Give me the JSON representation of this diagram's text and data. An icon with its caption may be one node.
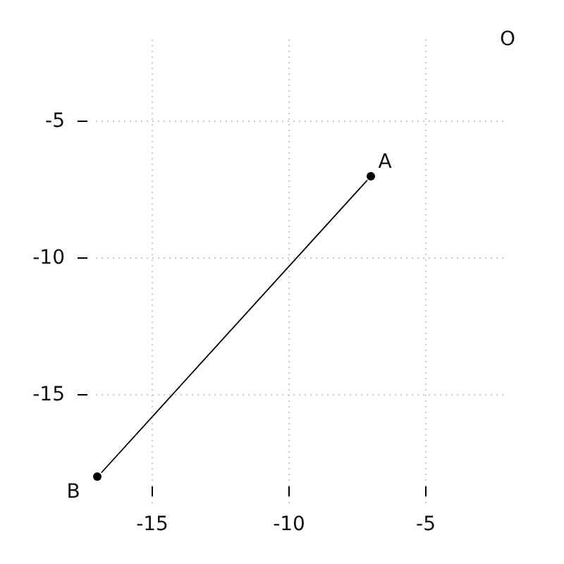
{
  "diagram": {
    "nodes": [
      {
        "text": [
          "A"
        ]
      },
      {
        "text": [
          "B"
        ]
      }
    ],
    "edges": [
      {
        "from": 0,
        "to": 1,
        "arrow": "none"
      }
    ],
    "labels": [
      "O",
      "-5",
      "-10",
      "-15",
      "-15",
      "-10",
      "-5"
    ]
  }
}
